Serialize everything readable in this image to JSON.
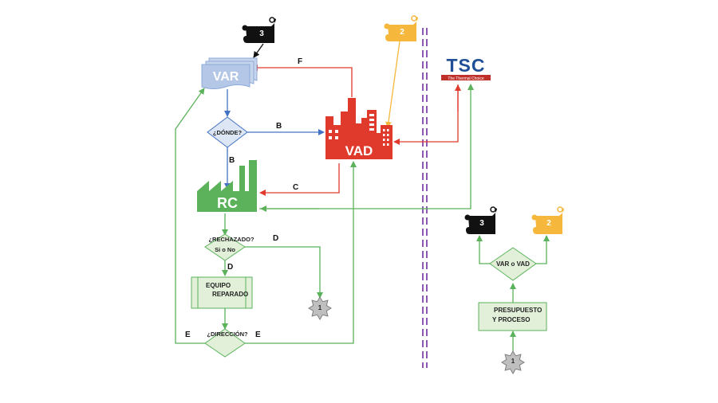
{
  "colors": {
    "blue": "#4472C4",
    "blue_fill": "#DCE6F4",
    "green": "#5BB25B",
    "green_fill": "#E2F0D9",
    "red": "#E03A2C",
    "gold": "#F5B73C",
    "purple": "#7030A0",
    "gray_star": "#BFBFBF",
    "tsc_blue": "#1F4E96",
    "tsc_red": "#C0302A"
  },
  "nodes": {
    "var_doc": "VAR",
    "donde_decision": "¿DÓNDE?",
    "vad_factory": "VAD",
    "rc_factory": "RC",
    "rechazado_decision": [
      "¿RECHAZADO?",
      "Si o No"
    ],
    "equipo_process": [
      "EQUIPO",
      "REPARADO"
    ],
    "direccion_decision": "¿DIRECCIÓN?",
    "connector_1_left": "1",
    "connector_1_right": "1",
    "presupuesto_process": [
      "PRESUPUESTO",
      "Y PROCESO"
    ],
    "var_o_vad_decision": "VAR o VAD",
    "tsc_logo": "TSC",
    "tsc_tagline": "The Thermal Choice"
  },
  "scrolls": {
    "top_black": "3",
    "top_gold": "2",
    "right_black": "3",
    "right_gold": "2"
  },
  "edge_labels": {
    "f": "F",
    "b_horizontal": "B",
    "b_vertical": "B",
    "c": "C",
    "d_right": "D",
    "d_down": "D",
    "e_left": "E",
    "e_right": "E"
  }
}
